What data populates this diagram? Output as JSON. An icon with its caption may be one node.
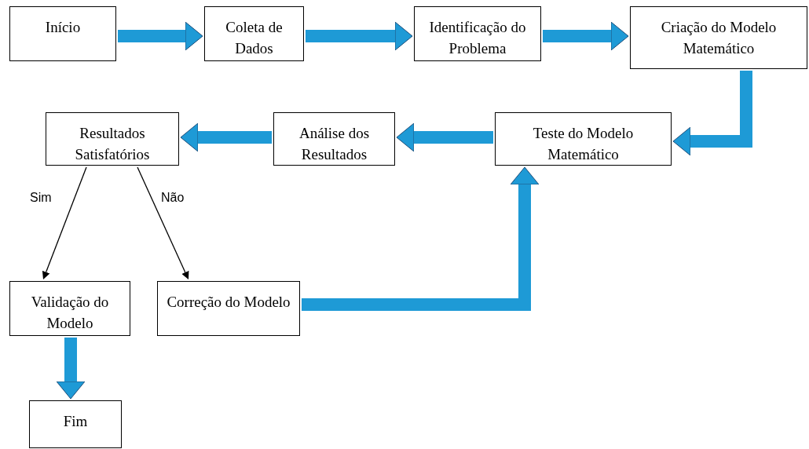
{
  "diagram": {
    "nodes": [
      {
        "text": [
          "Início"
        ]
      },
      {
        "text": [
          "Coleta de Dados"
        ]
      },
      {
        "text": [
          "Identificação do Problema"
        ]
      },
      {
        "text": [
          "Criação do Modelo Matemático"
        ]
      },
      {
        "text": [
          "Teste do Modelo Matemático"
        ]
      },
      {
        "text": [
          "Análise dos Resultados"
        ]
      },
      {
        "text": [
          "Resultados Satisfatórios"
        ]
      },
      {
        "text": [
          "Validação do Modelo"
        ]
      },
      {
        "text": [
          "Correção do Modelo"
        ]
      },
      {
        "text": [
          "Fim"
        ]
      }
    ],
    "edges": [
      {
        "from": 0,
        "to": 1,
        "arrow": "to"
      },
      {
        "from": 1,
        "to": 2,
        "arrow": "to"
      },
      {
        "from": 2,
        "to": 3,
        "arrow": "to"
      },
      {
        "from": 3,
        "to": 4,
        "arrow": "to"
      },
      {
        "from": 4,
        "to": 5,
        "arrow": "to"
      },
      {
        "from": 5,
        "to": 6,
        "arrow": "to"
      },
      {
        "from": 6,
        "to": 7,
        "arrow": "to",
        "label": "Sim",
        "color": "#000000"
      },
      {
        "from": 6,
        "to": 8,
        "arrow": "to",
        "label": "Não",
        "color": "#000000"
      },
      {
        "from": 8,
        "to": 4,
        "arrow": "to"
      },
      {
        "from": 7,
        "to": 9,
        "arrow": "to"
      }
    ]
  }
}
